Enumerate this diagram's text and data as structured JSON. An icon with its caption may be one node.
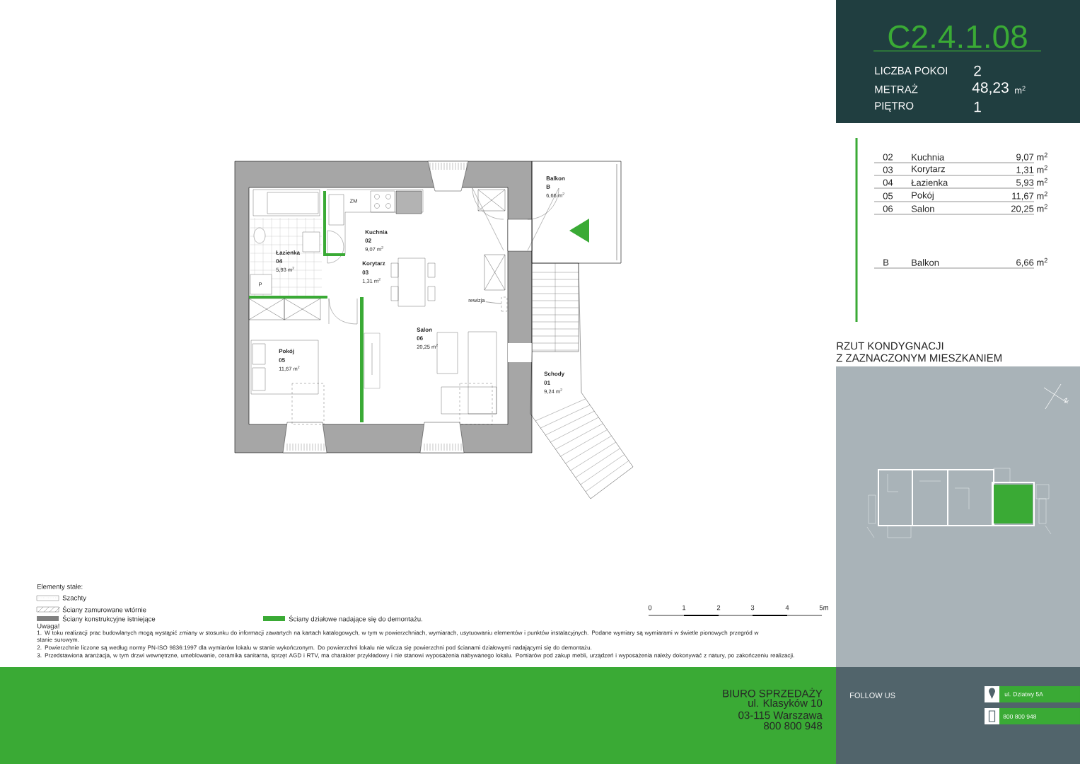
{
  "diagram": {
    "title": "C2.4.1.08",
    "nodes": [
      {
        "text": [
          "rewizja"
        ]
      },
      {
        "text": [],
        "shape": "box"
      }
    ],
    "edges": [
      {
        "from": 0,
        "to": 1,
        "arrow": "none"
      }
    ],
    "labels": [
      "LICZBA POKOI",
      "2",
      "METRAŻ",
      "48,23",
      "m$^{2}$",
      "PIĘTRO",
      "1",
      "02",
      "Kuchnia",
      "9,07 m$^{2}$",
      "03",
      "Korytarz",
      "1,31 m$^{2}$",
      "04",
      "Łazienka",
      "5,93 m$^{2}$",
      "05",
      "Pokój",
      "11,67 m$^{2}$",
      "06",
      "Salon",
      "20,25 m$^{2}$",
      "B",
      "Balkon",
      "6,66 m$^{2}$",
      "RZUT KONDYGNACJI",
      "Z ZAZNACZONYM MIESZKANIEM",
      "N",
      "Balkon",
      "B",
      "6,66 m$^{2}$",
      "Kuchnia",
      "02",
      "9,07 m$^{2}$",
      "ZM",
      "Łazienka",
      "04",
      "5,93 m$^{2}$",
      "Korytarz",
      "03",
      "1,31 m$^{2}$",
      "P",
      "Salon",
      "06",
      "20,25 m$^{2}$",
      "Pokój",
      "05",
      "11,67 m$^{2}$",
      "Schody",
      "01",
      "9,24 m$^{2}$",
      "Elementy stałe:",
      "0",
      "1",
      "2",
      "3",
      "4",
      "5m",
      "Uwaga!",
      "1. W toku realizacji prac budowlanych mogą wystąpić zmiany w stosunku do informacji zawartych na kartach katalogowych, w tym w powierzchniach, wymiarach, usytuowaniu elementów i punktów instalacyjnych. Podane wymiary są wymiarami w świetle pionowych przegród w stanie surowym.",
      "2. Powierzchnie liczone są według normy PN-ISO 9836:1997 dla wymiarów lokalu w stanie wykończonym. Do powierzchni lokalu nie wlicza się powierzchni pod ścianami działowymi nadającymi się do demontażu.",
      "3. Przedstawiona aranżacja, w tym drzwi wewnętrzne, umeblowanie, ceramika sanitarna, sprzęt AGD i RTV, ma charakter przykładowy i nie stanowi wyposażenia nabywanego lokalu. Pomiarów pod zakup mebli, urządzeń i wyposażenia należy dokonywać z natury, po zakończeniu realizacji.",
      "BIURO SPRZEDAŻY",
      "ul. Klasyków 10",
      "03-115 Warszawa",
      "800 800 948",
      "FOLLOW US",
      "ul. Dziatwy 5A",
      "800 800 948"
    ],
    "legend": [
      {
        "text": "Szachty"
      },
      {
        "text": "Ściany zamurowane wtórnie"
      },
      {
        "text": "Ściany konstrukcyjne istniejące",
        "color": "#808080"
      },
      {
        "text": "Ściany działowe nadające się do demontażu.",
        "color": "#3aaa35"
      }
    ]
  }
}
